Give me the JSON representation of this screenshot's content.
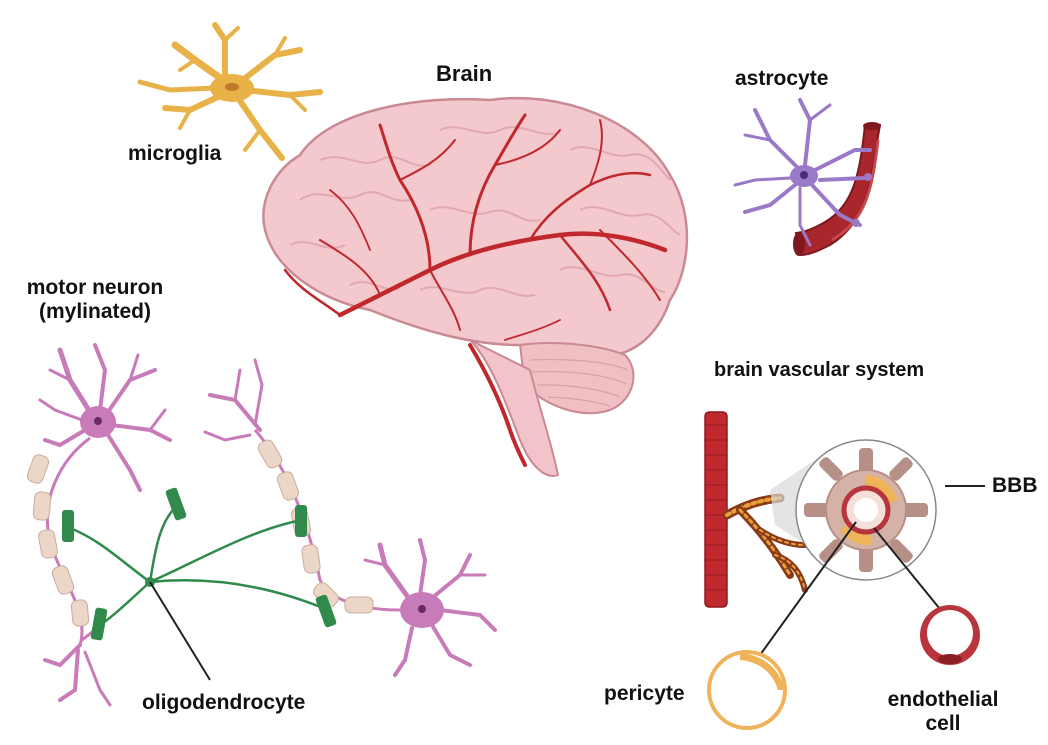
{
  "labels": {
    "brain": "Brain",
    "microglia": "microglia",
    "astrocyte": "astrocyte",
    "motor_neuron_line1": "motor neuron",
    "motor_neuron_line2": "(mylinated)",
    "brain_vascular_system": "brain vascular system",
    "bbb": "BBB",
    "oligodendrocyte": "oligodendrocyte",
    "pericyte": "pericyte",
    "endothelial_line1": "endothelial",
    "endothelial_line2": "cell"
  },
  "colors": {
    "brain_fill": "#f4c9cd",
    "brain_outline": "#c98a92",
    "vessel_red": "#c0282d",
    "microglia": "#e9b248",
    "astrocyte": "#9b79c9",
    "neuron": "#c77bb9",
    "myelin": "#ecd6c8",
    "oligodendrocyte": "#2f8a4c",
    "pericyte": "#efb45a",
    "endothelial": "#b8353d",
    "bbb_ring": "#b69086"
  }
}
